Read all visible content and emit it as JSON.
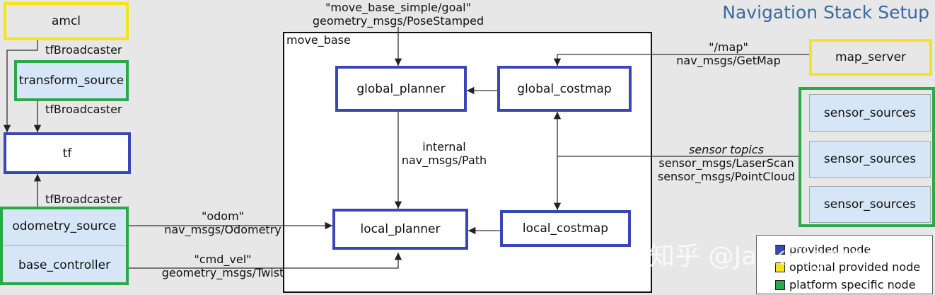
{
  "title": "Navigation Stack Setup",
  "container": {
    "label": "move_base"
  },
  "nodes": {
    "amcl": "amcl",
    "transform_source": "transform_source",
    "tf": "tf",
    "odometry_source": "odometry_source",
    "base_controller": "base_controller",
    "global_planner": "global_planner",
    "global_costmap": "global_costmap",
    "local_planner": "local_planner",
    "local_costmap": "local_costmap",
    "map_server": "map_server",
    "sensor_sources": [
      "sensor_sources",
      "sensor_sources",
      "sensor_sources"
    ]
  },
  "edges": {
    "amcl_tf": "tfBroadcaster",
    "transform_tf": "tfBroadcaster",
    "odom_tf": "tfBroadcaster",
    "goal_topic": "\"move_base_simple/goal\"",
    "goal_type": "geometry_msgs/PoseStamped",
    "map_topic": "\"/map\"",
    "map_type": "nav_msgs/GetMap",
    "path_topic": "internal",
    "path_type": "nav_msgs/Path",
    "sensor_topic": "sensor topics",
    "sensor_type1": "sensor_msgs/LaserScan",
    "sensor_type2": "sensor_msgs/PointCloud",
    "odom_topic": "\"odom\"",
    "odom_type": "nav_msgs/Odometry",
    "cmd_topic": "\"cmd_vel\"",
    "cmd_type": "geometry_msgs/Twist"
  },
  "legend": {
    "provided": "provided node",
    "optional": "optional provided node",
    "platform": "platform specific node"
  },
  "colors": {
    "provided": "#3a46b5",
    "optional": "#f5e31c",
    "platform": "#2aa84a",
    "node_fill": "#d6e6f6"
  },
  "watermark": "知乎 @JackSigmoid"
}
